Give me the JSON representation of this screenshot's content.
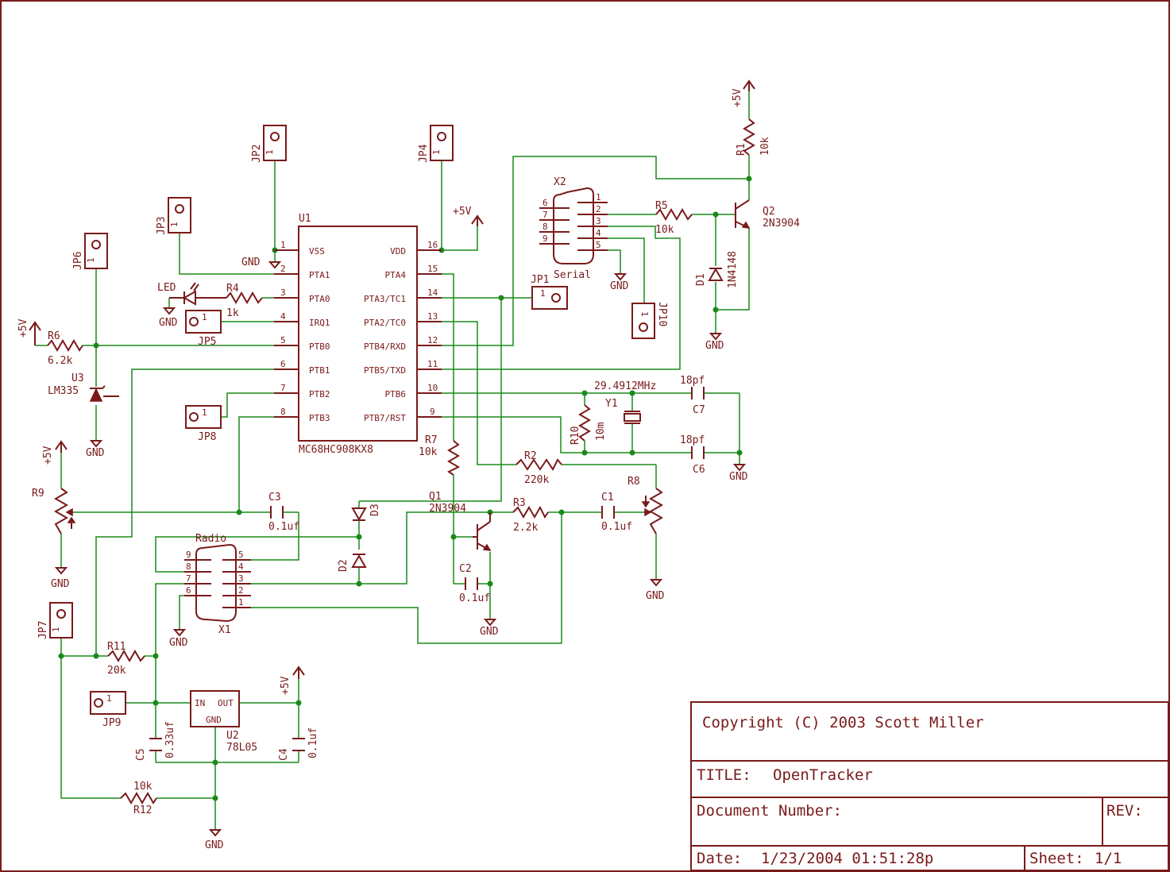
{
  "title_block": {
    "copyright": "Copyright (C) 2003 Scott Miller",
    "title_label": "TITLE:",
    "title_value": "OpenTracker",
    "document_number_label": "Document Number:",
    "rev_label": "REV:",
    "date_label": "Date:",
    "date_value": "1/23/2004 01:51:28p",
    "sheet_label": "Sheet:",
    "sheet_value": "1/1"
  },
  "mcu": {
    "ref": "U1",
    "part": "MC68HC908KX8",
    "left_pins": [
      {
        "num": "1",
        "name": "VSS"
      },
      {
        "num": "2",
        "name": "PTA1"
      },
      {
        "num": "3",
        "name": "PTA0"
      },
      {
        "num": "4",
        "name": "IRQ1"
      },
      {
        "num": "5",
        "name": "PTB0"
      },
      {
        "num": "6",
        "name": "PTB1"
      },
      {
        "num": "7",
        "name": "PTB2"
      },
      {
        "num": "8",
        "name": "PTB3"
      }
    ],
    "right_pins": [
      {
        "num": "16",
        "name": "VDD"
      },
      {
        "num": "15",
        "name": "PTA4"
      },
      {
        "num": "14",
        "name": "PTA3/TC1"
      },
      {
        "num": "13",
        "name": "PTA2/TC0"
      },
      {
        "num": "12",
        "name": "PTB4/RXD"
      },
      {
        "num": "11",
        "name": "PTB5/TXD"
      },
      {
        "num": "10",
        "name": "PTB6"
      },
      {
        "num": "9",
        "name": "PTB7/RST"
      }
    ]
  },
  "jumpers": {
    "jp1": "JP1",
    "jp2": "JP2",
    "jp3": "JP3",
    "jp4": "JP4",
    "jp5": "JP5",
    "jp6": "JP6",
    "jp7": "JP7",
    "jp8": "JP8",
    "jp9": "JP9",
    "jp10": "JP10",
    "pin1": "1"
  },
  "power": {
    "vcc": "+5V",
    "gnd": "GND"
  },
  "resistors": {
    "r1": {
      "ref": "R1",
      "value": "10k"
    },
    "r2": {
      "ref": "R2",
      "value": "220k"
    },
    "r3": {
      "ref": "R3",
      "value": "2.2k"
    },
    "r4": {
      "ref": "R4",
      "value": "1k"
    },
    "r5": {
      "ref": "R5",
      "value": "10k"
    },
    "r6": {
      "ref": "R6",
      "value": "6.2k"
    },
    "r7": {
      "ref": "R7",
      "value": "10k"
    },
    "r8": {
      "ref": "R8"
    },
    "r9": {
      "ref": "R9"
    },
    "r10": {
      "ref": "R10",
      "value": "10m"
    },
    "r11": {
      "ref": "R11",
      "value": "20k"
    },
    "r12": {
      "ref": "R12",
      "value": "10k"
    }
  },
  "capacitors": {
    "c1": {
      "ref": "C1",
      "value": "0.1uf"
    },
    "c2": {
      "ref": "C2",
      "value": "0.1uf"
    },
    "c3": {
      "ref": "C3",
      "value": "0.1uf"
    },
    "c4": {
      "ref": "C4",
      "value": "0.1uf"
    },
    "c5": {
      "ref": "C5",
      "value": "0.33uf"
    },
    "c6": {
      "ref": "C6",
      "value": "18pf"
    },
    "c7": {
      "ref": "C7",
      "value": "18pf"
    }
  },
  "semis": {
    "q1": {
      "ref": "Q1",
      "value": "2N3904"
    },
    "q2": {
      "ref": "Q2",
      "value": "2N3904"
    },
    "d1": {
      "ref": "D1",
      "value": "1N4148"
    },
    "d2": {
      "ref": "D2"
    },
    "d3": {
      "ref": "D3"
    },
    "led": "LED",
    "u2": {
      "ref": "U2",
      "value": "78L05",
      "in": "IN",
      "out": "OUT",
      "gnd": "GND"
    },
    "u3": {
      "ref": "U3",
      "value": "LM335"
    },
    "y1": {
      "ref": "Y1",
      "value": "29.4912MHz"
    }
  },
  "connectors": {
    "x1": {
      "ref": "X1",
      "label": "Radio",
      "pins": [
        "1",
        "2",
        "3",
        "4",
        "5",
        "6",
        "7",
        "8",
        "9"
      ]
    },
    "x2": {
      "ref": "X2",
      "label": "Serial",
      "pins": [
        "1",
        "2",
        "3",
        "4",
        "5",
        "6",
        "7",
        "8",
        "9"
      ]
    }
  }
}
